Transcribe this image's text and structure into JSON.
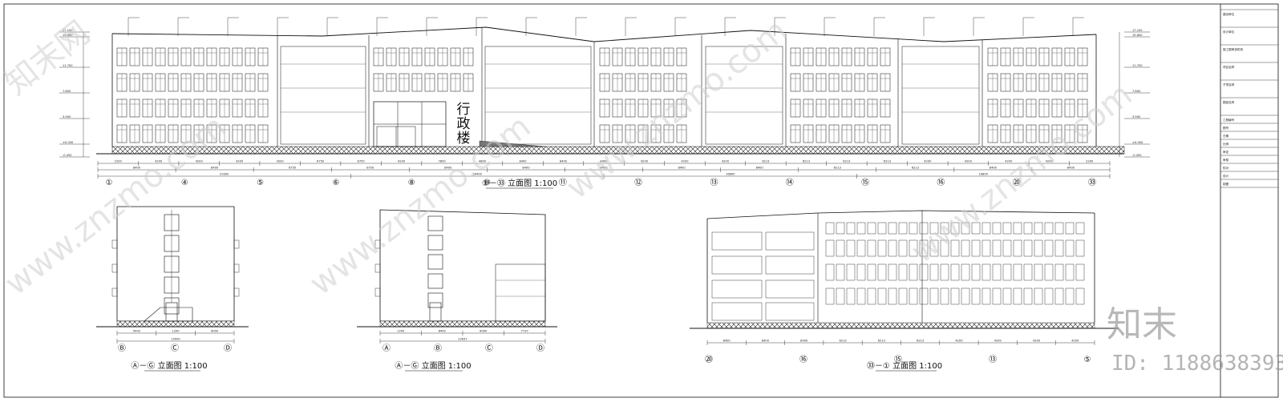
{
  "drawing": {
    "main_elevation": {
      "caption": "①－㉝ 立面图  1:100",
      "building_name_chars": [
        "行",
        "政",
        "楼"
      ],
      "grid_labels": [
        "①",
        "④",
        "⑤",
        "⑥",
        "⑧",
        "⑩",
        "⑪",
        "⑫",
        "⑬",
        "⑭",
        "⑮",
        "⑯",
        "⑳",
        "㉝"
      ],
      "dim_row_top": [
        "2200",
        "4200",
        "4200",
        "4200",
        "4200",
        "6750",
        "6750",
        "4200",
        "7800",
        "4800",
        "8400",
        "8400",
        "8400",
        "4200",
        "4200",
        "4200",
        "6213",
        "6213",
        "6213",
        "6213",
        "4200",
        "4200",
        "4200",
        "4200",
        "2200"
      ],
      "dim_row_mid": [
        "8400",
        "8400",
        "6750",
        "6750",
        "8400",
        "8400",
        "8400",
        "8400",
        "8400",
        "6213",
        "6213",
        "8400",
        "8400"
      ],
      "dim_row_total": [
        "29300",
        "39400",
        "16800",
        "16800"
      ],
      "level_marks": [
        "17.100",
        "15.600",
        "11.700",
        "7.800",
        "3.900",
        "±0.000",
        "-0.450"
      ]
    },
    "side_elevation_1": {
      "caption": "Ⓐ－Ⓖ 立面图  1:100",
      "grid_labels": [
        "Ⓑ",
        "Ⓒ",
        "Ⓓ"
      ],
      "dims": [
        "5000",
        "1200",
        "6000",
        "15000"
      ]
    },
    "side_elevation_2": {
      "caption": "Ⓐ－Ⓖ 立面图  1:100",
      "grid_labels": [
        "Ⓐ",
        "Ⓑ",
        "Ⓒ",
        "Ⓓ"
      ],
      "dims": [
        "1200",
        "8400",
        "6000",
        "7737",
        "22637"
      ]
    },
    "rear_elevation": {
      "caption": "㉝－① 立面图  1:100",
      "grid_labels": [
        "⑳",
        "⑯",
        "⑮",
        "⑬",
        "⑤"
      ],
      "dims": [
        "8400",
        "8400",
        "8400",
        "6213",
        "6213",
        "6213",
        "4200",
        "4200",
        "4200",
        "4200"
      ]
    },
    "title_block": {
      "rows": [
        "建设单位",
        "设计单位",
        "施工图审查机构",
        "项目名称",
        "子项名称",
        "图纸名称",
        "工程编号",
        "图号",
        "日期",
        "比例",
        "审定",
        "审核",
        "校对",
        "设计",
        "制图"
      ]
    }
  },
  "watermark": {
    "text": "www.znzmo.com",
    "site_cn": "知末网",
    "logo": "知末",
    "id_label": "ID: 1188638393"
  }
}
